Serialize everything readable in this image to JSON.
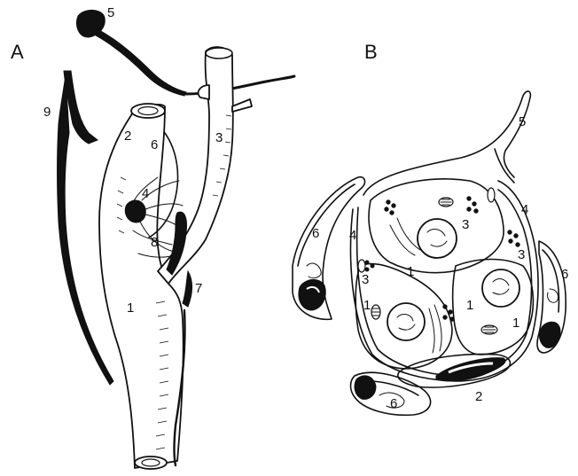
{
  "panels": {
    "a": {
      "letter": "A"
    },
    "b": {
      "letter": "B"
    }
  },
  "labels_a": {
    "l1": "1",
    "l2": "2",
    "l3": "3",
    "l4": "4",
    "l5": "5",
    "l6": "6",
    "l7": "7",
    "l8": "8",
    "l9": "9"
  },
  "labels_b": {
    "l1a": "1",
    "l1b": "1",
    "l1c": "1",
    "l1d": "1",
    "l2": "2",
    "l3a": "3",
    "l3b": "3",
    "l3c": "3",
    "l4a": "4",
    "l4b": "4",
    "l5": "5",
    "l6a": "6",
    "l6b": "6",
    "l6c": "6"
  },
  "colors": {
    "ink": "#111111",
    "background": "#ffffff"
  }
}
